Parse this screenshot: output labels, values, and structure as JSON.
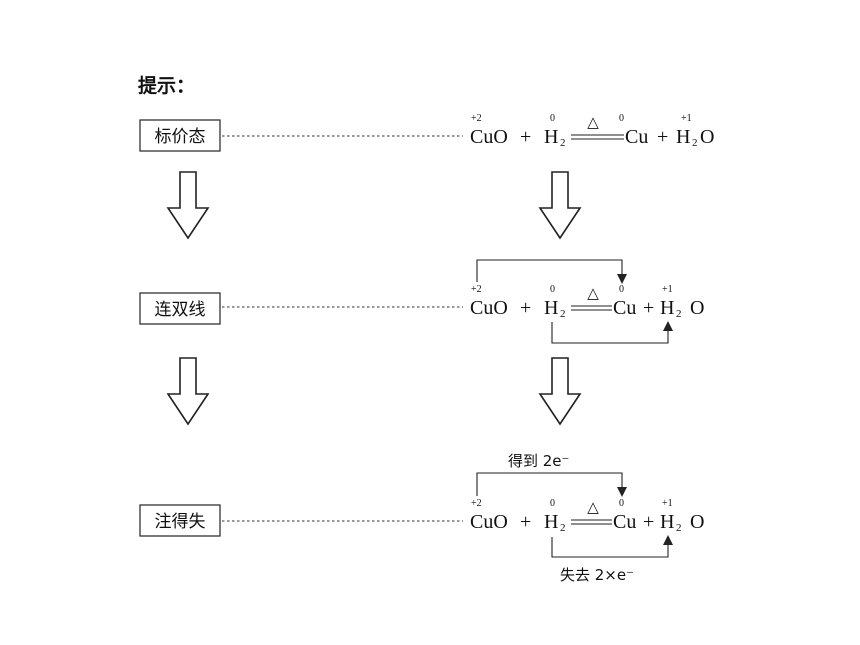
{
  "hint_label": "提示：",
  "steps": [
    {
      "label": "标价态"
    },
    {
      "label": "连双线"
    },
    {
      "label": "注得失"
    }
  ],
  "equation": {
    "reactant1": "CuO",
    "reactant2": "H",
    "reactant2_sub": "2",
    "condition": "△",
    "product1": "Cu",
    "product2": "H",
    "product2_sub": "2",
    "product2_tail": "O",
    "plus": "+",
    "ox_cu_reactant": "+2",
    "ox_h_reactant": "0",
    "ox_cu_product": "0",
    "ox_h_product": "+1"
  },
  "annotations": {
    "gain": "得到 2e⁻",
    "loss": "失去 2×e⁻"
  }
}
